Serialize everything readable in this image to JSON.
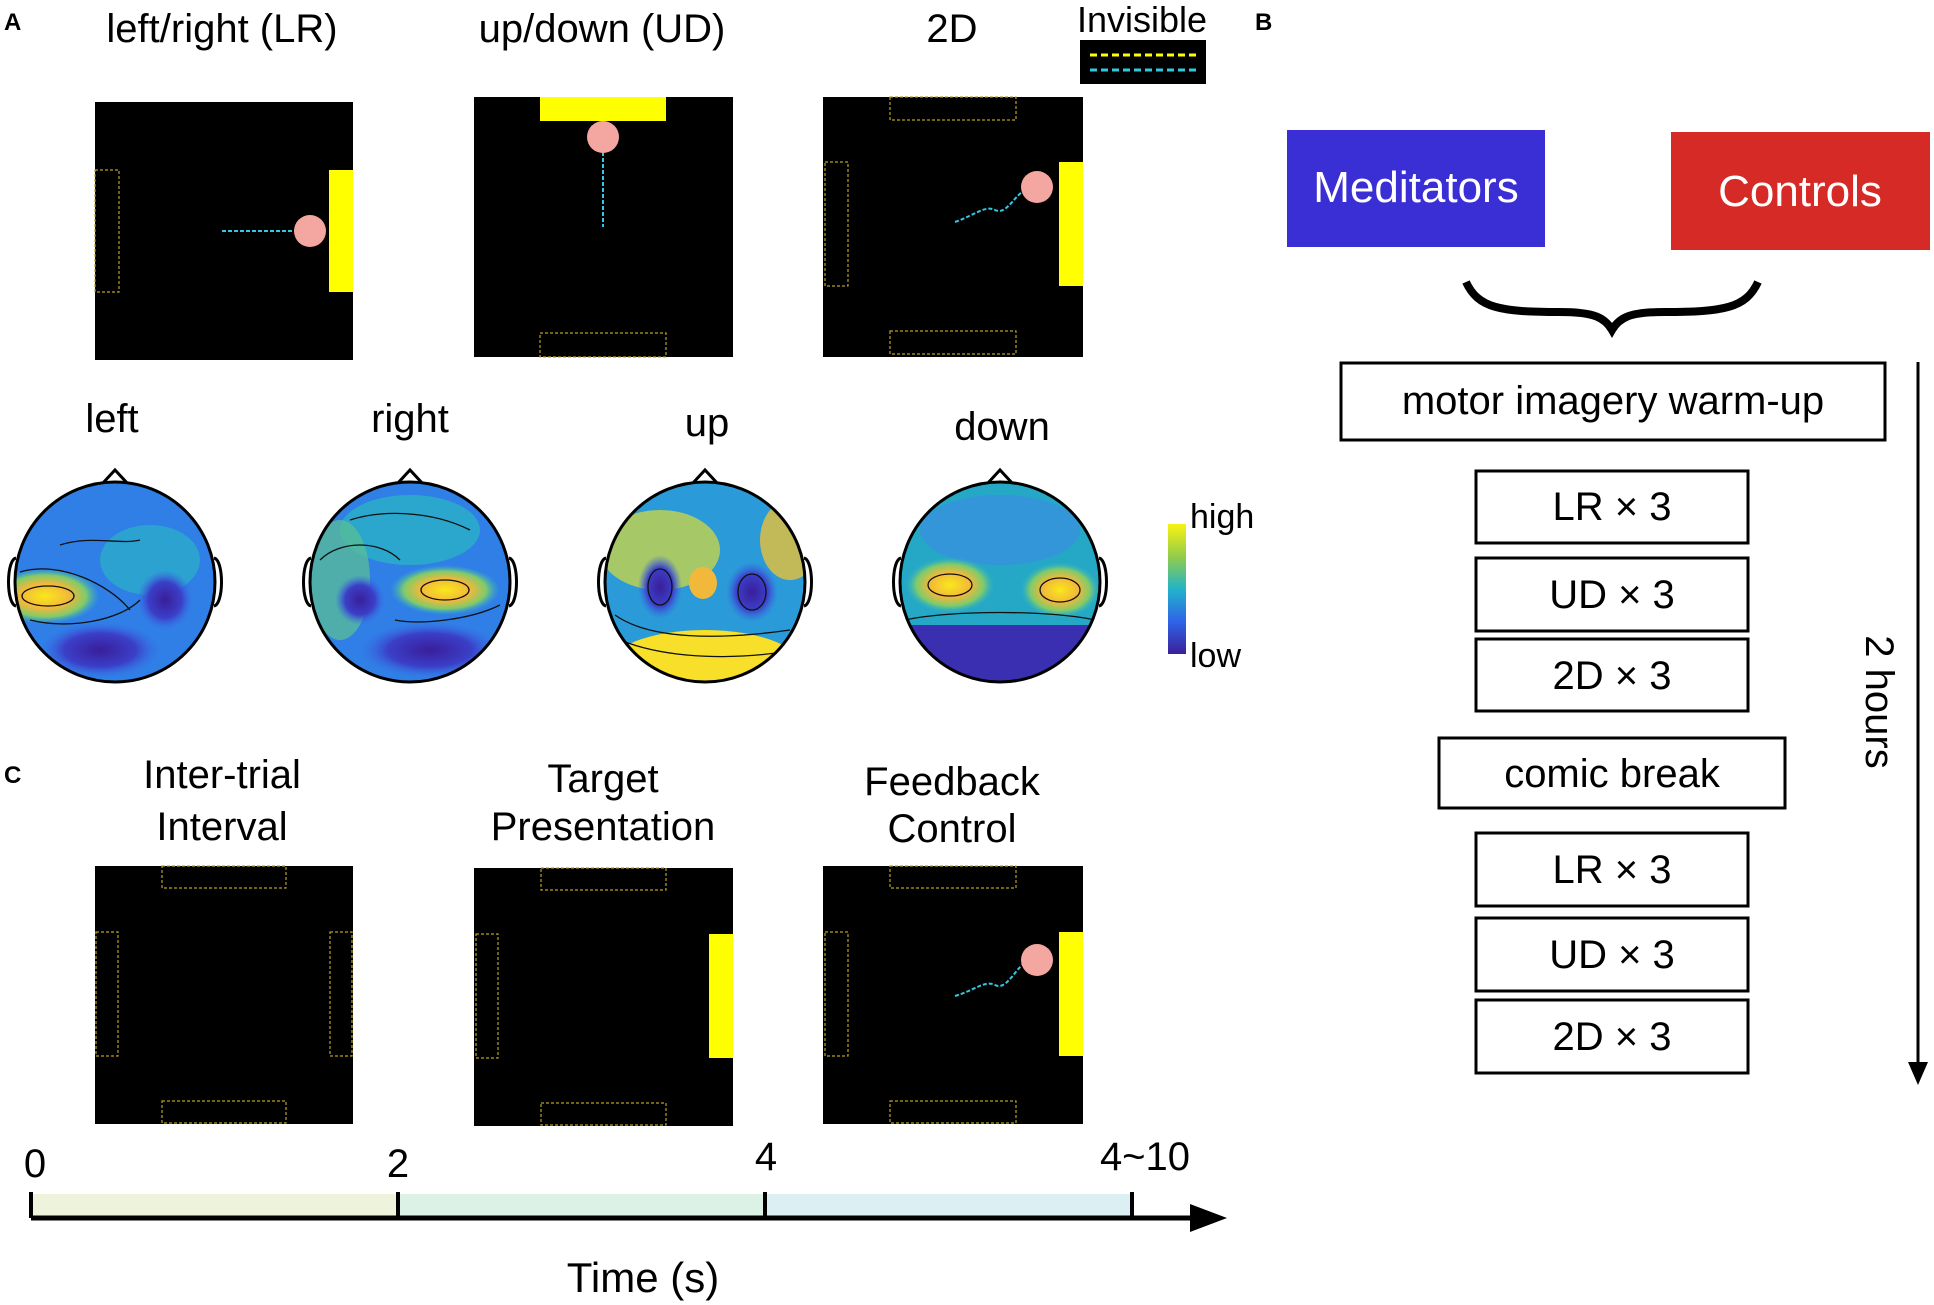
{
  "panel_labels": {
    "a": "A",
    "b": "B",
    "c": "C"
  },
  "panel_a": {
    "task_titles": {
      "lr": "left/right (LR)",
      "ud": "up/down (UD)",
      "twod": "2D"
    },
    "legend_label": "Invisible",
    "topo_titles": {
      "left": "left",
      "right": "right",
      "up": "up",
      "down": "down"
    },
    "colorbar": {
      "high": "high",
      "low": "low"
    }
  },
  "panel_b": {
    "groups": {
      "meditators": "Meditators",
      "controls": "Controls"
    },
    "steps": {
      "warmup": "motor imagery warm-up",
      "lr1": "LR × 3",
      "ud1": "UD × 3",
      "d2_1": "2D × 3",
      "break": "comic break",
      "lr2": "LR × 3",
      "ud2": "UD × 3",
      "d2_2": "2D × 3"
    },
    "duration": "2 hours"
  },
  "panel_c": {
    "phases": {
      "iti_line1": "Inter-trial",
      "iti_line2": "Interval",
      "tp_line1": "Target",
      "tp_line2": "Presentation",
      "fc_line1": "Feedback",
      "fc_line2": "Control"
    },
    "ticks": {
      "t0": "0",
      "t2": "2",
      "t4": "4",
      "tend": "4~10"
    },
    "axis_label": "Time (s)"
  },
  "colors": {
    "screen": "#000000",
    "target": "#ffff00",
    "cursor": "#f4a6a0",
    "trail": "#33c7e0",
    "meditators": "#3a2fd4",
    "controls": "#d62a27",
    "phase_iti": "#eef3dc",
    "phase_tp": "#dcf2e6",
    "phase_fc": "#dcf0f3"
  }
}
